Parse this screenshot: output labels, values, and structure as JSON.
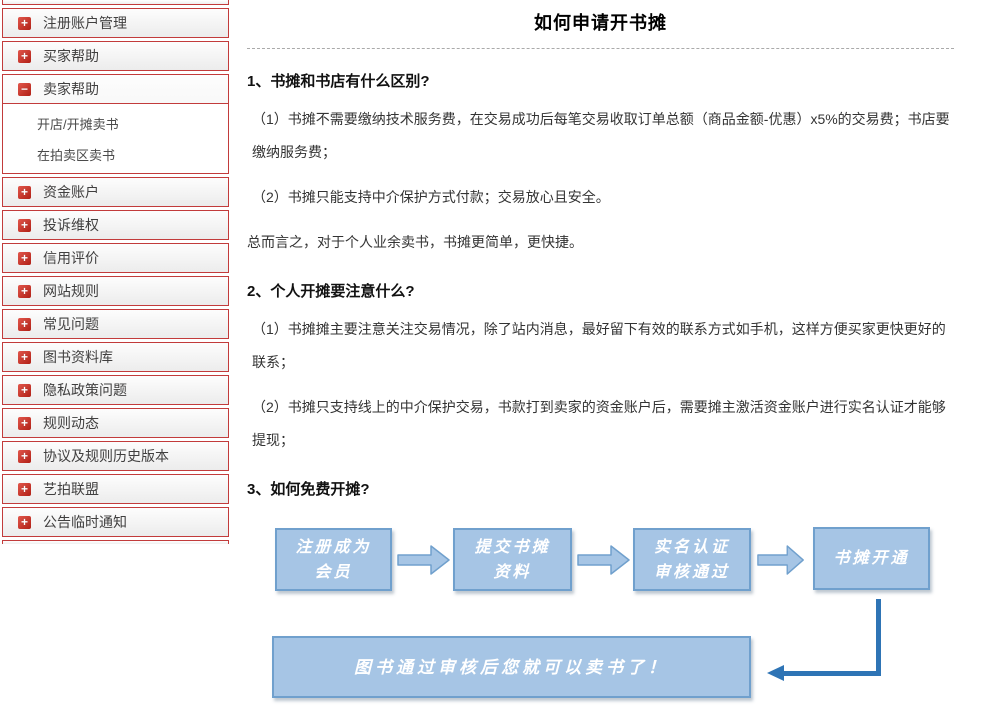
{
  "sidebar": {
    "items": [
      {
        "label": "注册账户管理",
        "icon": "+"
      },
      {
        "label": "买家帮助",
        "icon": "+"
      },
      {
        "label": "卖家帮助",
        "icon": "−",
        "children": [
          "开店/开摊卖书",
          "在拍卖区卖书"
        ]
      },
      {
        "label": "资金账户",
        "icon": "+"
      },
      {
        "label": "投诉维权",
        "icon": "+"
      },
      {
        "label": "信用评价",
        "icon": "+"
      },
      {
        "label": "网站规则",
        "icon": "+"
      },
      {
        "label": "常见问题",
        "icon": "+"
      },
      {
        "label": "图书资料库",
        "icon": "+"
      },
      {
        "label": "隐私政策问题",
        "icon": "+"
      },
      {
        "label": "规则动态",
        "icon": "+"
      },
      {
        "label": "协议及规则历史版本",
        "icon": "+"
      },
      {
        "label": "艺拍联盟",
        "icon": "+"
      },
      {
        "label": "公告临时通知",
        "icon": "+"
      }
    ]
  },
  "main": {
    "title": "如何申请开书摊",
    "sections": [
      {
        "heading": "1、书摊和书店有什么区别?",
        "paragraphs": [
          "（1）书摊不需要缴纳技术服务费，在交易成功后每笔交易收取订单总额（商品金额-优惠）x5%的交易费；书店要缴纳服务费；",
          "（2）书摊只能支持中介保护方式付款；交易放心且安全。",
          "总而言之，对于个人业余卖书，书摊更简单，更快捷。"
        ]
      },
      {
        "heading": "2、个人开摊要注意什么?",
        "paragraphs": [
          "（1）书摊摊主要注意关注交易情况，除了站内消息，最好留下有效的联系方式如手机，这样方便买家更快更好的联系；",
          "（2）书摊只支持线上的中介保护交易，书款打到卖家的资金账户后，需要摊主激活资金账户进行实名认证才能够提现；"
        ]
      },
      {
        "heading": "3、如何免费开摊?"
      }
    ]
  },
  "flowchart": {
    "steps": [
      {
        "line1": "注册成为",
        "line2": "会员"
      },
      {
        "line1": "提交书摊",
        "line2": "资料"
      },
      {
        "line1": "实名认证",
        "line2": "审核通过"
      },
      {
        "line1": "书摊开通",
        "line2": ""
      }
    ],
    "final_label": "图书通过审核后您就可以卖书了！",
    "colors": {
      "sidebar_border_red": "#c23b3b",
      "toggle_icon_red": "#b01f15",
      "box_fill": "#a6c5e5",
      "box_border": "#70a0cd",
      "elbow_arrow_blue": "#2e74b5"
    }
  }
}
